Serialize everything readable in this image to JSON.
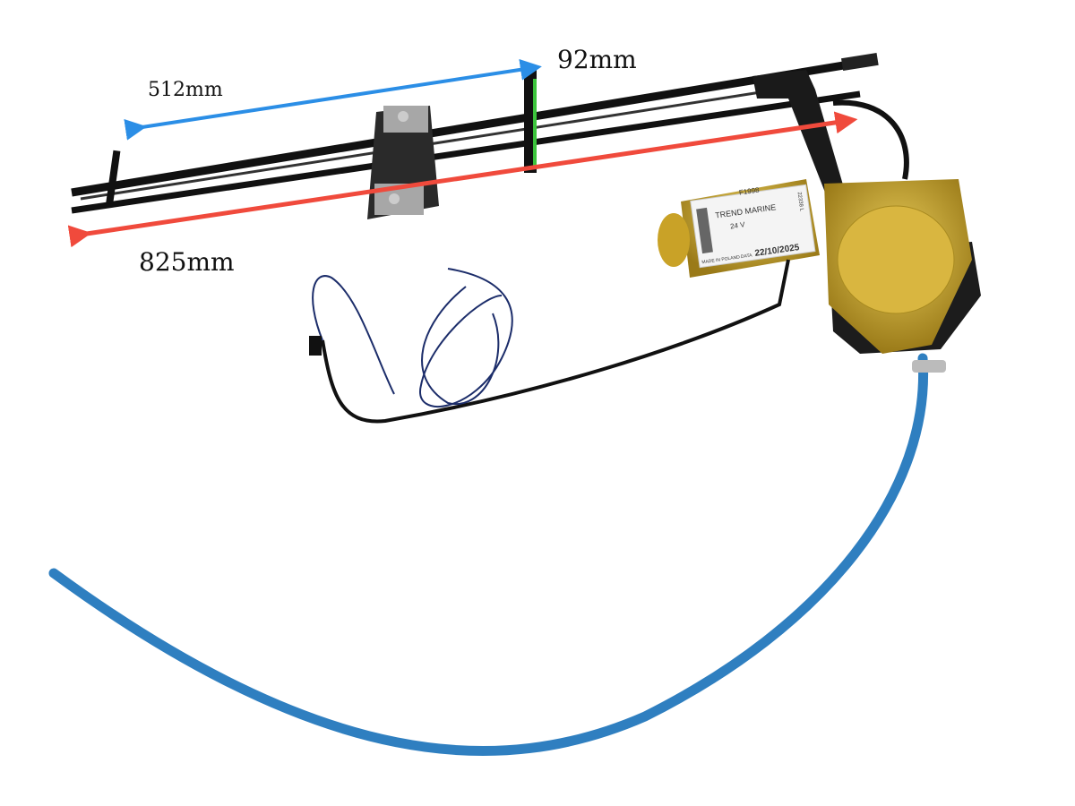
{
  "dimensions": {
    "top_length": "512mm",
    "height": "92mm",
    "overall_length": "825mm"
  },
  "motor_label": {
    "code": "F1998",
    "brand": "TREND MARINE",
    "voltage": "24 V",
    "side_code": "22338 L",
    "origin": "MADE IN POLAND",
    "date_label": "DATA",
    "date": "22/10/2025"
  },
  "colors": {
    "blue_arrow": "#2b8ee6",
    "red_arrow": "#f04a3c",
    "green_arrow": "#3cc43c",
    "hose": "#2f7fc0",
    "rail": "#111111",
    "motor_brass": "#c9a227"
  }
}
